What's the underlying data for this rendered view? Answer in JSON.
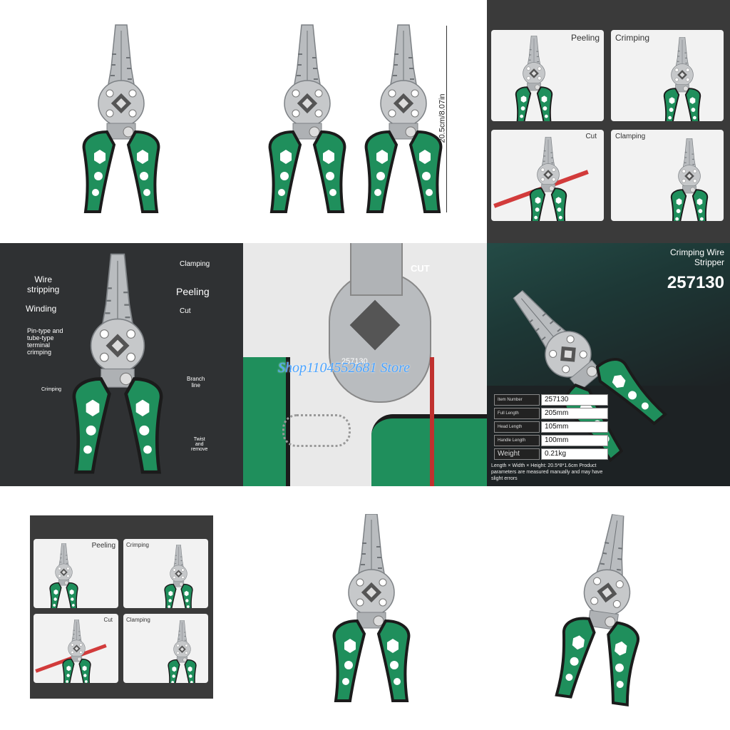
{
  "dimension_label": "20.5cm/8.07in",
  "panels_top": {
    "peeling": "Peeling",
    "crimping": "Crimping",
    "cut": "Cut",
    "clamping": "Clamping"
  },
  "panels_bottom": {
    "peeling": "Peeling",
    "crimping": "Crimping",
    "cut": "Cut",
    "clamping": "Clamping"
  },
  "diagram": {
    "clamping": "Clamping",
    "wire_stripping": "Wire\nstripping",
    "peeling": "Peeling",
    "winding": "Winding",
    "cut": "Cut",
    "pin_type": "Pin-type and\ntube-type\nterminal\ncrimping",
    "crimping": "Crimping",
    "branch_line": "Branch\nline",
    "twist_remove": "Twist\nand\nremove"
  },
  "closeup": {
    "cut": "CUT",
    "model": "257130"
  },
  "product": {
    "title": "Crimping Wire\nStripper",
    "model": "257130",
    "specs": [
      {
        "key": "Item Number",
        "value": "257130"
      },
      {
        "key": "Full Length",
        "value": "205mm"
      },
      {
        "key": "Head Length",
        "value": "105mm"
      },
      {
        "key": "Handle Length",
        "value": "100mm"
      },
      {
        "key": "Weight",
        "value": "0.21kg"
      }
    ],
    "note": "Length × Width × Height: 20.5*8*1.6cm Product parameters are measured manually and may have slight errors"
  },
  "watermark": "Shop1104552681 Store",
  "colors": {
    "green": "#1f8f5c",
    "black": "#1b1b1b",
    "steel": "#b9bcbf",
    "dark_bg": "#3a3a3a"
  }
}
